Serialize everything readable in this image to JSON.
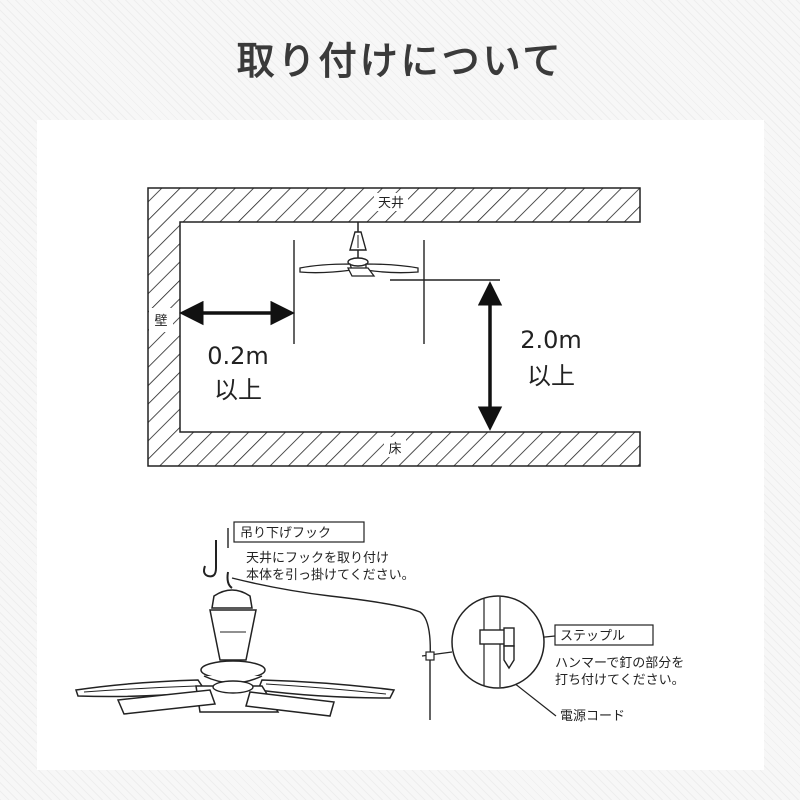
{
  "title": "取り付けについて",
  "top_diagram": {
    "ceiling_label": "天井",
    "wall_label": "壁",
    "floor_label": "床",
    "wall_distance": {
      "value": "0.2m",
      "suffix": "以上"
    },
    "floor_height": {
      "value": "2.0m",
      "suffix": "以上"
    }
  },
  "bottom_diagram": {
    "hook_label": "吊り下げフック",
    "hook_note": [
      "天井にフックを取り付け",
      "本体を引っ掛けてください。"
    ],
    "staple_label": "ステップル",
    "staple_note": [
      "ハンマーで釘の部分を",
      "打ち付けてください。"
    ],
    "cord_label": "電源コード"
  }
}
